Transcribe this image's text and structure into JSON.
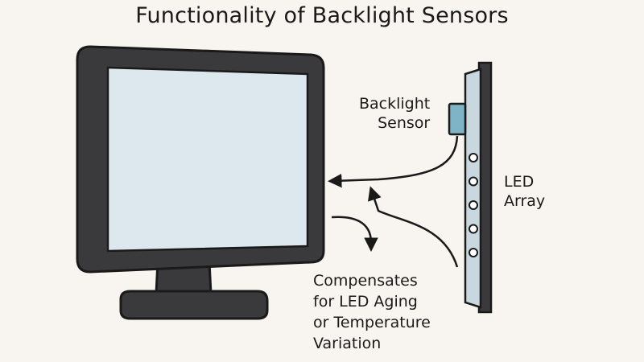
{
  "title": "Functionality of Backlight Sensors",
  "labels": {
    "sensor": [
      "Backlight",
      "Sensor"
    ],
    "led": [
      "LED",
      "Array"
    ],
    "compensation": [
      "Compensates",
      "for LED Aging",
      "or Temperature",
      "Variation"
    ]
  },
  "colors": {
    "background": "#f8f4ef",
    "outline": "#1a1a1a",
    "bezel": "#3a3a3c",
    "screen": "#dde8ee",
    "panel": "#c9d7de",
    "sensor": "#7fb3c6",
    "led": "#ffffff"
  },
  "led_count": 5
}
